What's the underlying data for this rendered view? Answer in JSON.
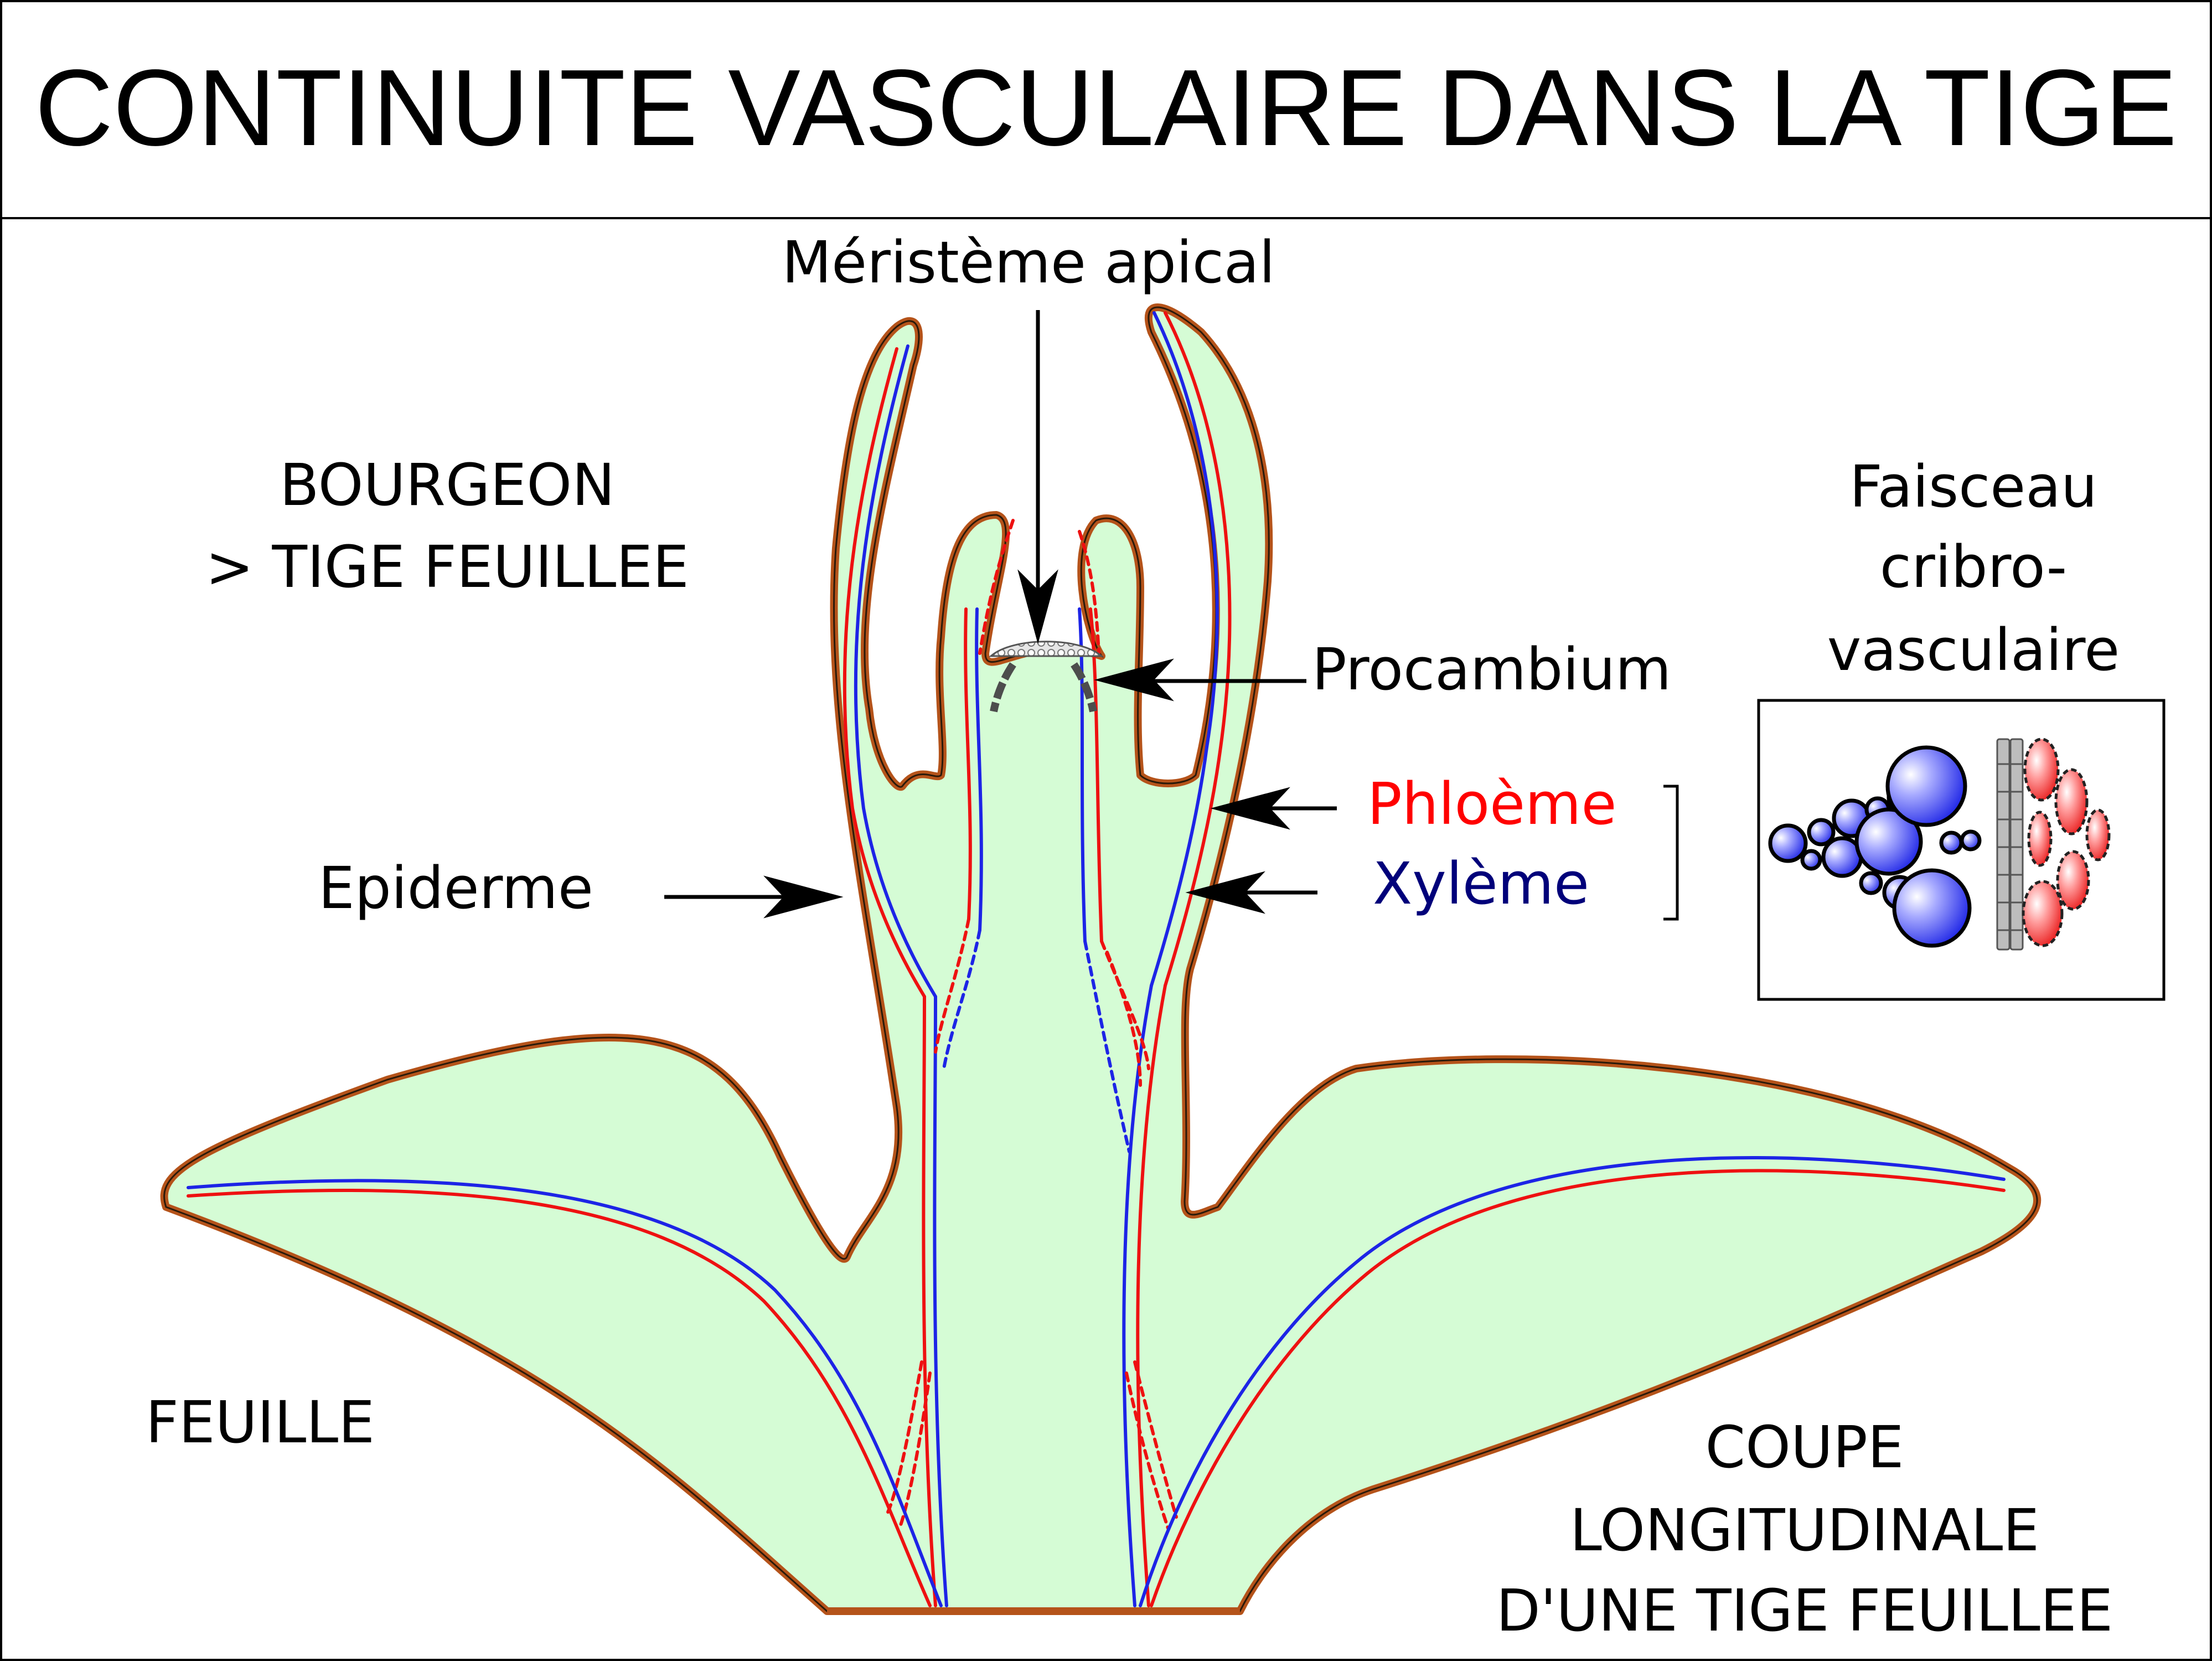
{
  "title": "CONTINUITE VASCULAIRE DANS LA TIGE",
  "labels": {
    "meristem": "Méristème apical",
    "bud_line1": "BOURGEON",
    "bud_line2": "> TIGE FEUILLEE",
    "procambium": "Procambium",
    "phloem": "Phloème",
    "xylem": "Xylème",
    "epidermis": "Epiderme",
    "leaf": "FEUILLE",
    "section_line1": "COUPE",
    "section_line2": "LONGITUDINALE",
    "section_line3": "D'UNE TIGE FEUILLEE",
    "bundle_line1": "Faisceau",
    "bundle_line2": "cribro-",
    "bundle_line3": "vasculaire"
  },
  "colors": {
    "tissue_fill": "#d5fcd5",
    "epidermis": "#b5531a",
    "phloem": "#ee1111",
    "xylem": "#1d24e6",
    "xylem_label": "#00007a",
    "phloem_label": "#ff0000",
    "outline": "#2a1a0a",
    "procambium": "#555555",
    "border": "#000000"
  }
}
